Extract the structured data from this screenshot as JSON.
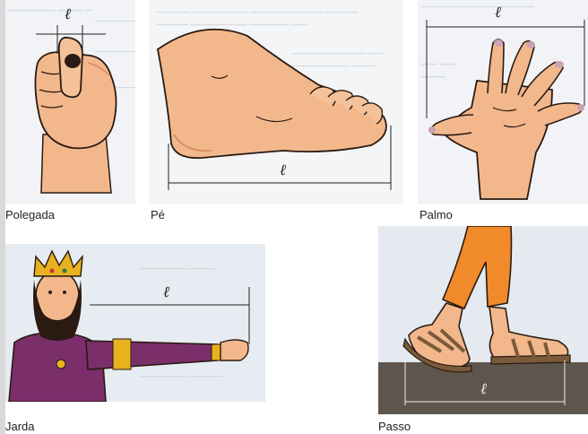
{
  "figures": {
    "polegada": {
      "caption": "Polegada",
      "measure_label": "ℓ"
    },
    "pe": {
      "caption": "Pé",
      "measure_label": "ℓ"
    },
    "palmo": {
      "caption": "Palmo",
      "measure_label": "ℓ"
    },
    "jarda": {
      "caption": "Jarda",
      "measure_label": "ℓ"
    },
    "passo": {
      "caption": "Passo",
      "measure_label": "ℓ"
    }
  },
  "colors": {
    "skin": "#f2b88c",
    "skin_shadow": "#d98e5f",
    "outline": "#2a1a12",
    "robe": "#7a2f6b",
    "crown": "#e8b21f",
    "trousers": "#f08a2a",
    "sandal": "#7a5a3a",
    "ground": "#5e554c",
    "panel_bg": "#e9eef2",
    "border_red": "#c8323c"
  }
}
